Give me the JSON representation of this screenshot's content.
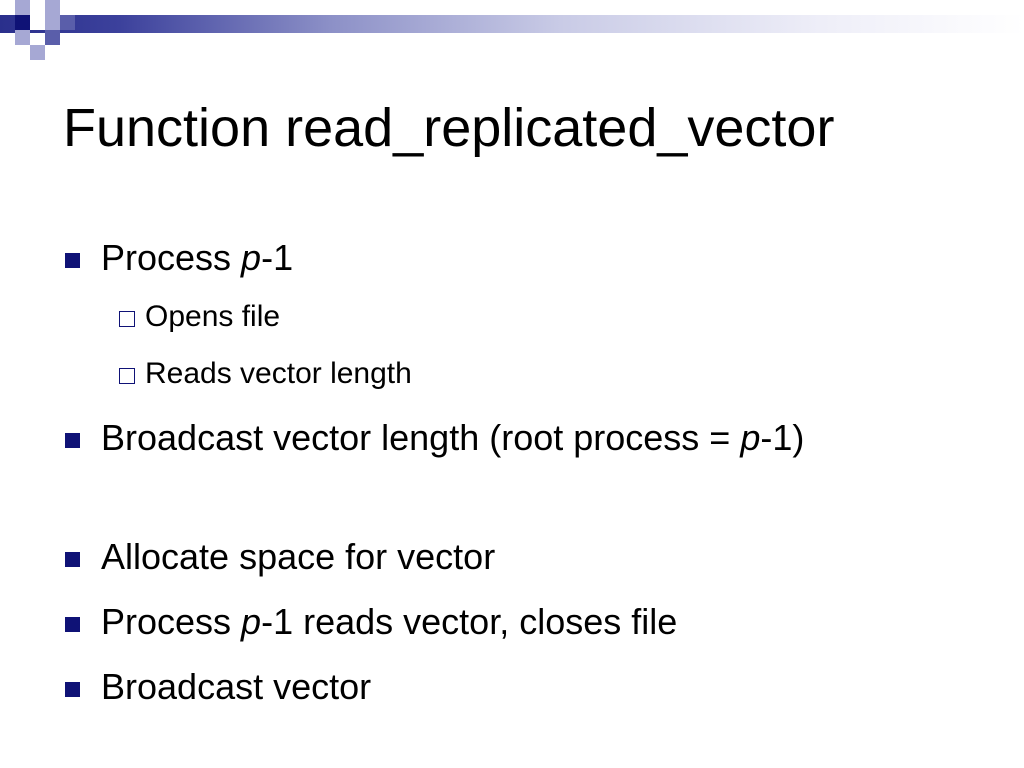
{
  "slide": {
    "title": "Function read_replicated_vector",
    "bullets": [
      {
        "level": 1,
        "pre": "Process ",
        "var": "p",
        "post": "-1"
      },
      {
        "level": 2,
        "text": "Opens file"
      },
      {
        "level": 2,
        "text": "Reads vector length"
      },
      {
        "level": 1,
        "pre": "Broadcast vector length (root process = ",
        "var": "p",
        "post": "-1)"
      },
      {
        "level": 1,
        "text": "Allocate space for vector"
      },
      {
        "level": 1,
        "pre": "Process ",
        "var": "p",
        "post": "-1 reads vector, closes file"
      },
      {
        "level": 1,
        "text": "Broadcast vector"
      }
    ]
  },
  "colors": {
    "accent_navy": "#0f1276",
    "accent_mid": "#5a5eaa",
    "accent_light": "#a6a8d4"
  },
  "icons": {
    "level1_bullet": "filled-square-bullet-icon",
    "level2_bullet": "hollow-square-bullet-icon"
  }
}
